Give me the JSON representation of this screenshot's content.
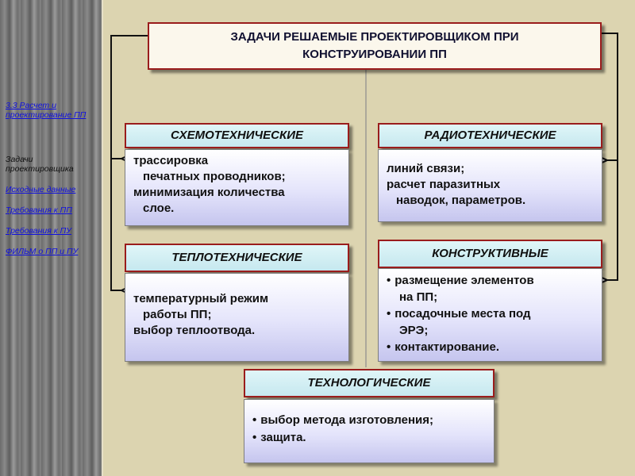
{
  "sidebar": {
    "link_calc": "3.3 Расчет и проектирование ПП",
    "current": "Задачи проектировщика",
    "link_source": "Исходные данные",
    "link_req_pp": "Требования к ПП",
    "link_req_pu": "Требования к ПУ",
    "link_film": "ФИЛЬМ о ПП и ПУ"
  },
  "title": {
    "line1": "ЗАДАЧИ РЕШАЕМЫЕ ПРОЕКТИРОВЩИКОМ ПРИ",
    "line2": "КОНСТРУИРОВАНИИ ПП"
  },
  "blocks": {
    "schematic": {
      "heading": "СХЕМОТЕХНИЧЕСКИЕ",
      "lines": [
        "трассировка",
        "печатных проводников;",
        "минимизация количества",
        "слое."
      ]
    },
    "radio": {
      "heading": "РАДИОТЕХНИЧЕСКИЕ",
      "lines": [
        "линий связи;",
        "расчет паразитных",
        "наводок, параметров."
      ]
    },
    "thermal": {
      "heading": "ТЕПЛОТЕХНИЧЕСКИЕ",
      "lines": [
        "температурный режим",
        "работы ПП;",
        "выбор теплоотвода."
      ]
    },
    "design": {
      "heading": "КОНСТРУКТИВНЫЕ",
      "lines": [
        "размещение элементов",
        "на ПП;",
        "посадочные места под",
        "ЭРЭ;",
        "контактирование."
      ]
    },
    "tech": {
      "heading": "ТЕХНОЛОГИЧЕСКИЕ",
      "lines": [
        "выбор метода изготовления;",
        "защита."
      ]
    }
  }
}
